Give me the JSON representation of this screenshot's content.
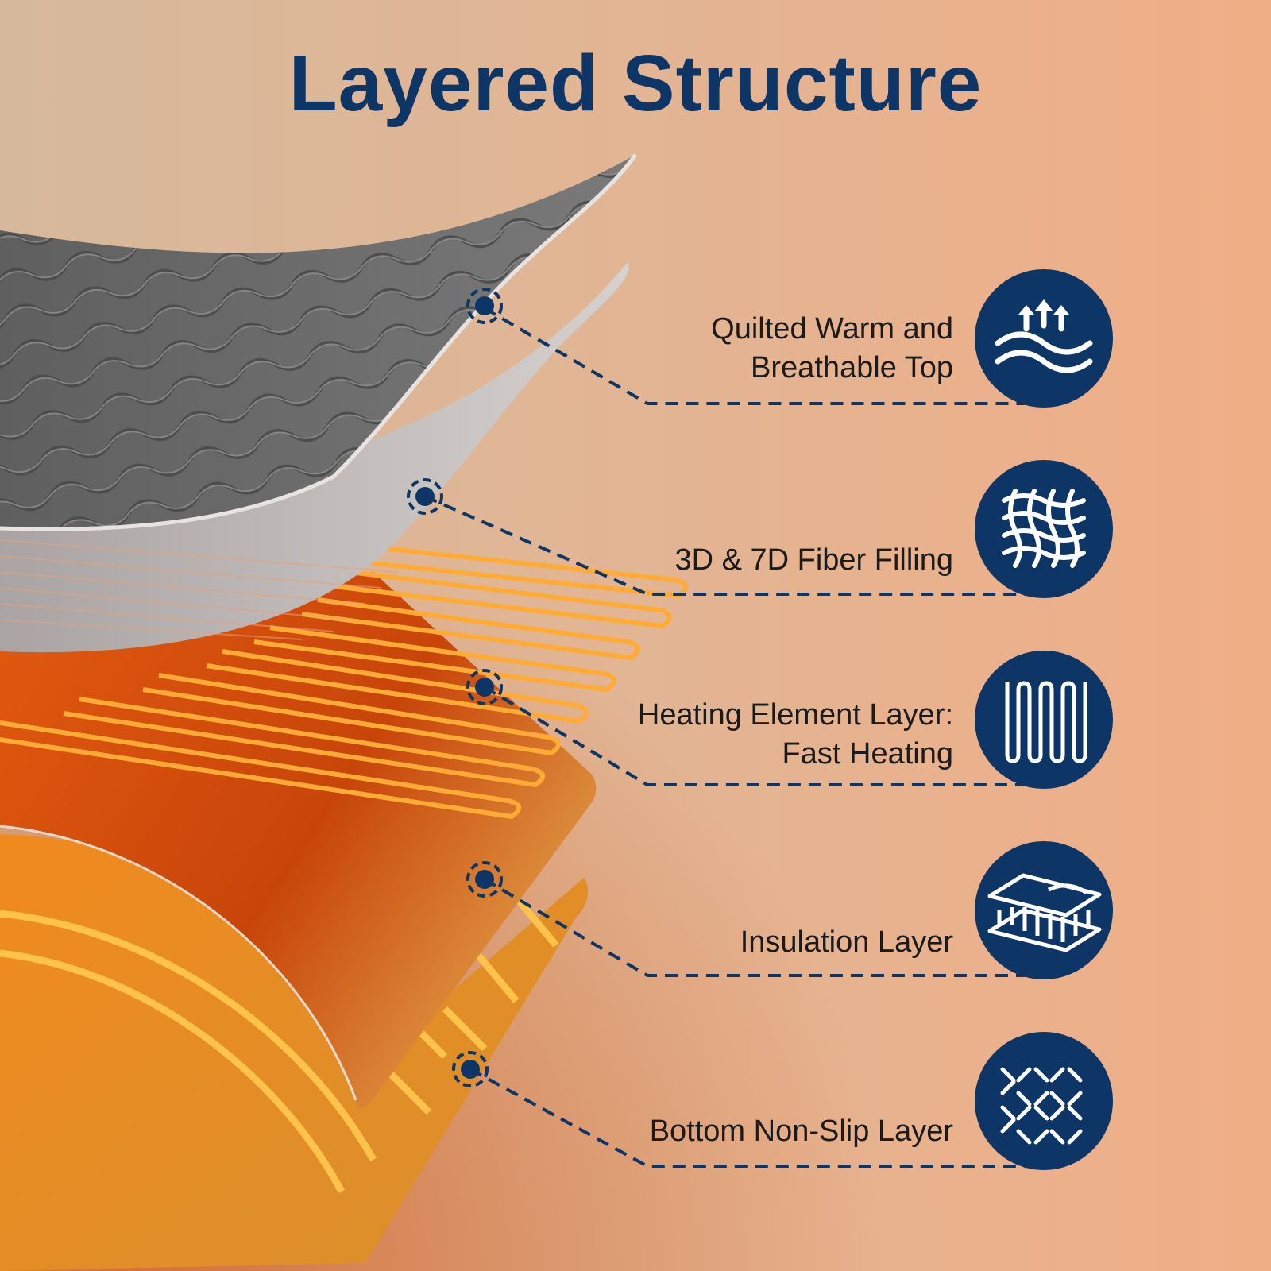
{
  "title": "Layered Structure",
  "colors": {
    "navy": "#0d3566",
    "background_left": "#d6b99c",
    "background_right": "#f0ae86",
    "heating_wire": "#ffab36",
    "top_layer": "#6e6e6e",
    "filling_layer": "#c9c3c0",
    "insulation_layer": "#c8490a",
    "bottom_layer": "#e08a2a"
  },
  "layers": [
    {
      "id": "quilted-top",
      "lines": [
        "Quilted Warm and",
        "Breathable Top"
      ],
      "icon": "heat-rising-waves-icon"
    },
    {
      "id": "fiber-filling",
      "lines": [
        "3D & 7D Fiber Filling"
      ],
      "icon": "woven-fiber-icon"
    },
    {
      "id": "heating-element",
      "lines": [
        "Heating Element Layer:",
        "Fast Heating"
      ],
      "icon": "heating-coil-icon"
    },
    {
      "id": "insulation",
      "lines": [
        "Insulation Layer"
      ],
      "icon": "insulation-sheets-icon"
    },
    {
      "id": "non-slip",
      "lines": [
        "Bottom Non-Slip Layer"
      ],
      "icon": "non-slip-pattern-icon"
    }
  ]
}
